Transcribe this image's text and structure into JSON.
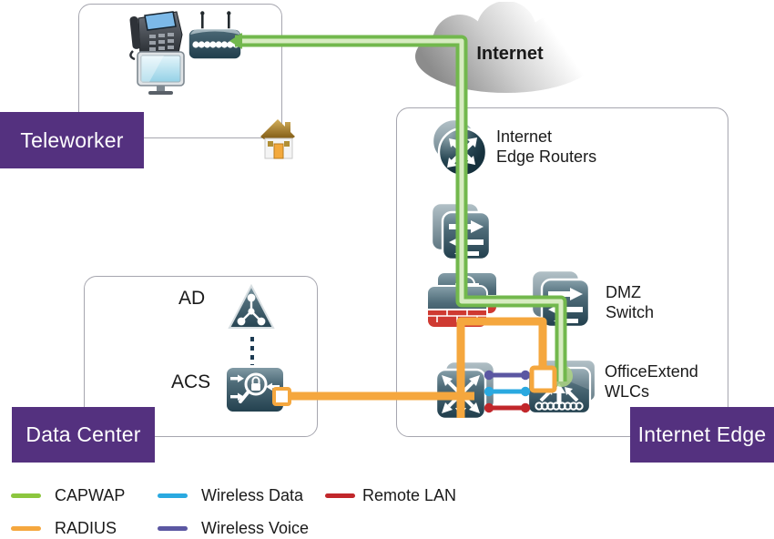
{
  "zones": {
    "teleworker": {
      "label": "Teleworker"
    },
    "data_center": {
      "label": "Data Center"
    },
    "internet_edge": {
      "label": "Internet Edge"
    }
  },
  "cloud": {
    "label": "Internet"
  },
  "nodes": {
    "internet_edge_routers": {
      "label": "Internet\nEdge Routers"
    },
    "dmz_switch": {
      "label": "DMZ\nSwitch"
    },
    "office_extend_wlcs": {
      "label": "OfficeExtend\nWLCs"
    },
    "ad": {
      "label": "AD"
    },
    "acs": {
      "label": "ACS"
    }
  },
  "legend": {
    "items": [
      {
        "label": "CAPWAP",
        "color": "#8cc63e"
      },
      {
        "label": "Wireless Data",
        "color": "#2aa9e0"
      },
      {
        "label": "Remote LAN",
        "color": "#c1272b"
      },
      {
        "label": "RADIUS",
        "color": "#f5a73e"
      },
      {
        "label": "Wireless Voice",
        "color": "#5b57a2"
      }
    ]
  },
  "colors": {
    "banner": "#54317f",
    "capwap_outer": "#72b84d",
    "capwap_inner": "#d7ecc1",
    "capwap_glow": "#aed584",
    "radius": "#f5a73e",
    "wireless_data": "#2aa9e0",
    "wireless_voice": "#5b57a2",
    "remote_lan": "#c1272b",
    "dashed_link": "#1c3a52"
  },
  "icons": [
    "ip-phone",
    "monitor",
    "wireless-router",
    "house",
    "internet-cloud",
    "edge-router",
    "l3-switch-stack",
    "firewall",
    "dmz-switch-stack",
    "access-switch-stack",
    "wlc",
    "ad-directory",
    "acs-server",
    "radius-connector"
  ]
}
